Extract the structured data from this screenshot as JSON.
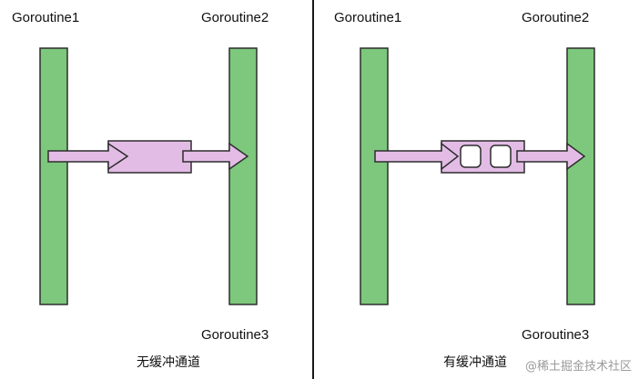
{
  "left_panel": {
    "label_g1": "Goroutine1",
    "label_g2": "Goroutine2",
    "label_g3": "Goroutine3",
    "caption": "无缓冲通道"
  },
  "right_panel": {
    "label_g1": "Goroutine1",
    "label_g2": "Goroutine2",
    "label_g3": "Goroutine3",
    "caption": "有缓冲通道",
    "buffer_slots": 2
  },
  "watermark": "@稀土掘金技术社区",
  "colors": {
    "goroutine_bar": "#7dc87d",
    "bar_border": "#2d2d2d",
    "channel_fill": "#e3bce6",
    "arrow_fill": "#e3bce6",
    "slot_fill": "#ffffff"
  }
}
